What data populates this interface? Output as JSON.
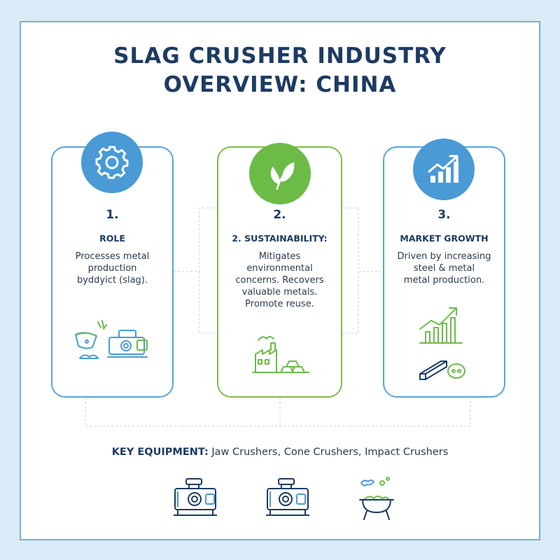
{
  "title_line1": "SLAG CRUSHER INDUSTRY",
  "title_line2": "OVERVIEW: CHINA",
  "cards": [
    {
      "number": "1.",
      "heading": "ROLE",
      "lines": [
        "Processes metal",
        "production",
        "byddyict (slag)."
      ],
      "icon": "gear-icon",
      "illustration": "slag-ladle-and-crusher-illustration"
    },
    {
      "number": "2.",
      "heading": "2. SUSTAINABILITY:",
      "lines": [
        "Mitigates",
        "environmental",
        "concerns. Recovers",
        "valuable metals.",
        "Promote reuse."
      ],
      "icon": "leaf-icon",
      "illustration": "factory-and-ingots-illustration"
    },
    {
      "number": "3.",
      "heading": "MARKET GROWTH",
      "lines": [
        "Driven by increasing",
        "steel & metal",
        "metal production."
      ],
      "icon": "growth-chart-icon",
      "illustration": "growth-chart-and-steel-beam-illustration"
    }
  ],
  "key_equipment": {
    "label": "KEY EQUIPMENT:",
    "text": " Jaw Crushers, Cone Crushers, Impact Crushers",
    "icons": [
      "jaw-crusher-icon",
      "cone-crusher-icon",
      "slag-pot-icon"
    ]
  },
  "colors": {
    "navy": "#1c3b63",
    "blue": "#4a9ad6",
    "green": "#6cbb47",
    "background": "#d9ecf7"
  }
}
